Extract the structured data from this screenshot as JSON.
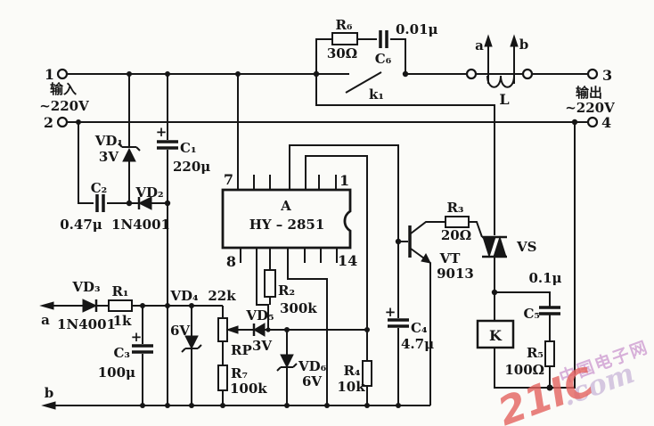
{
  "circuit": {
    "terminals": {
      "t1": "1",
      "t2": "2",
      "t3": "3",
      "t4": "4",
      "input_label": "输入",
      "input_voltage": "~220V",
      "output_label": "输出",
      "output_voltage": "~220V"
    },
    "ic": {
      "designator": "A",
      "part": "HY – 2851",
      "pin_top_left": "7",
      "pin_top_right": "1",
      "pin_bottom_left": "8",
      "pin_bottom_right": "14"
    },
    "components": {
      "r1": {
        "ref": "R₁",
        "value": "1k"
      },
      "r2": {
        "ref": "R₂",
        "value": "300k"
      },
      "r3": {
        "ref": "R₃",
        "value": "20Ω"
      },
      "r4": {
        "ref": "R₄",
        "value": "10k"
      },
      "r5": {
        "ref": "R₅",
        "value": "100Ω"
      },
      "r6": {
        "ref": "R₆",
        "value": "30Ω"
      },
      "r7": {
        "ref": "R₇",
        "value": "100k"
      },
      "rp": {
        "ref": "RP",
        "value": "22k"
      },
      "c1": {
        "ref": "C₁",
        "value": "220μ",
        "polarity": "+"
      },
      "c2": {
        "ref": "C₂",
        "value": "0.47μ"
      },
      "c3": {
        "ref": "C₃",
        "value": "100μ",
        "polarity": "+"
      },
      "c4": {
        "ref": "C₄",
        "value": "4.7μ",
        "polarity": "+"
      },
      "c5": {
        "ref": "C₅",
        "value": "0.1μ"
      },
      "c6": {
        "ref": "C₆",
        "value": "0.01μ"
      },
      "vd1": {
        "ref": "VD₁",
        "value": "3V"
      },
      "vd2": {
        "ref": "VD₂",
        "value": "1N4001"
      },
      "vd3": {
        "ref": "VD₃",
        "value": "1N4001"
      },
      "vd4": {
        "ref": "VD₄",
        "value": "6V"
      },
      "vd5": {
        "ref": "VD₅",
        "value": "3V"
      },
      "vd6": {
        "ref": "VD₆",
        "value": "6V"
      },
      "vt": {
        "ref": "VT",
        "value": "9013"
      },
      "vs": {
        "ref": "VS"
      },
      "k_contact": {
        "ref": "k₁"
      },
      "relay": {
        "ref": "K"
      },
      "inductor": {
        "ref": "L",
        "tap_a": "a",
        "tap_b": "b"
      }
    },
    "sense_lines": {
      "a": "a",
      "b": "b"
    },
    "colors": {
      "ink": "#161616",
      "background": "#fbfbf8"
    }
  },
  "watermark": {
    "site_cn": "中国电子网",
    "site": "21IC",
    "tld": ".com",
    "red": "#e4635f",
    "purple": "#cf9ed2",
    "lavender": "#c9b6d8"
  }
}
